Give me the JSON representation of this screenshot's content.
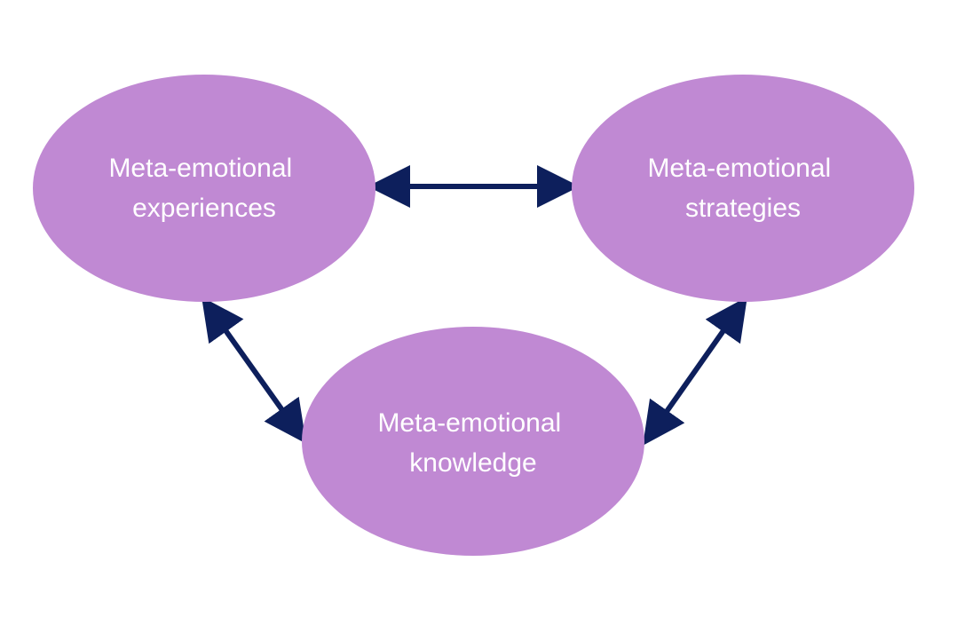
{
  "colors": {
    "background": "#ffffff",
    "node_fill": "#c089d3",
    "node_text": "#ffffff",
    "arrow": "#0d1f5c"
  },
  "nodes": {
    "experiences": {
      "line1": "Meta-emotional",
      "line2": "experiences"
    },
    "strategies": {
      "line1": "Meta-emotional",
      "line2": "strategies"
    },
    "knowledge": {
      "line1": "Meta-emotional",
      "line2": "knowledge"
    }
  },
  "edges": [
    {
      "from": "experiences",
      "to": "strategies",
      "direction": "bidirectional"
    },
    {
      "from": "experiences",
      "to": "knowledge",
      "direction": "bidirectional"
    },
    {
      "from": "strategies",
      "to": "knowledge",
      "direction": "bidirectional"
    }
  ]
}
